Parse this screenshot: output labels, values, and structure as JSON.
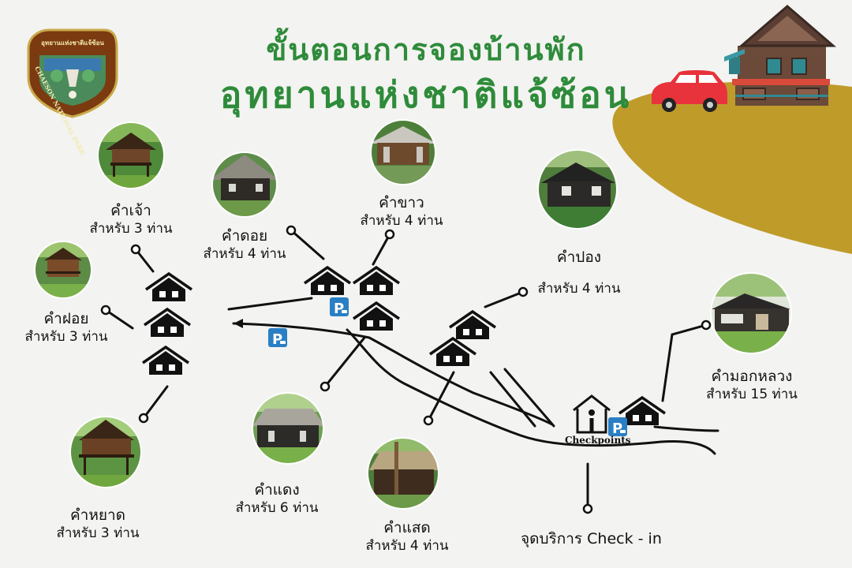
{
  "title": {
    "line1": "ขั้นตอนการจองบ้านพัก",
    "line2": "อุทยานแห่งชาติแจ้ซ้อน"
  },
  "logo": {
    "top_text": "อุทยานแห่งชาติแจ้ซ้อน",
    "ring_text": "CHAESON NATIONAL PARK",
    "icon": "park-emblem-icon"
  },
  "houses": [
    {
      "id": "kham-chao",
      "name": "คำเจ้า",
      "capacity": "สำหรับ 3 ท่าน"
    },
    {
      "id": "kham-foi",
      "name": "คำฝอย",
      "capacity": "สำหรับ 3 ท่าน"
    },
    {
      "id": "kham-yat",
      "name": "คำหยาด",
      "capacity": "สำหรับ 3 ท่าน"
    },
    {
      "id": "kham-doi",
      "name": "คำดอย",
      "capacity": "สำหรับ 4 ท่าน"
    },
    {
      "id": "kham-khao",
      "name": "คำขาว",
      "capacity": "สำหรับ 4 ท่าน"
    },
    {
      "id": "kham-pong",
      "name": "คำปอง",
      "capacity": "สำหรับ 4 ท่าน"
    },
    {
      "id": "kham-daeng",
      "name": "คำแดง",
      "capacity": "สำหรับ 6 ท่าน"
    },
    {
      "id": "kham-saet",
      "name": "คำแสด",
      "capacity": "สำหรับ 4 ท่าน"
    },
    {
      "id": "kham-mok-luang",
      "name": "คำมอกหลวง",
      "capacity": "สำหรับ 15 ท่าน"
    }
  ],
  "checkpoint": {
    "label": "Checkpoints"
  },
  "checkin": {
    "label": "จุดบริการ Check - in"
  },
  "parking": {
    "symbol": "P"
  },
  "colors": {
    "title_green": "#2e8b3a",
    "hill": "#bf9b2a",
    "car": "#e8323c",
    "parking": "#2a7fc4",
    "line": "#111111",
    "background": "#f3f3f1"
  }
}
